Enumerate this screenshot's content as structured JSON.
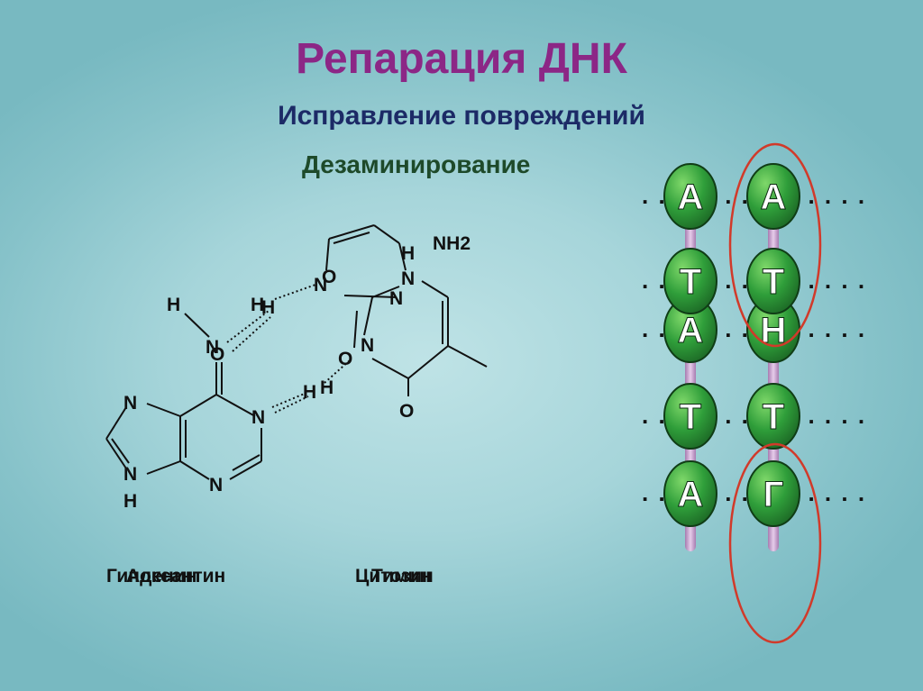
{
  "slide": {
    "title": "Репарация ДНК",
    "subtitle": "Исправление повреждений",
    "subsubtitle": "Дезаминирование"
  },
  "molecule_left": {
    "caption_a": "Гипоксантин",
    "caption_b": "Аденин",
    "atoms": {
      "n_top": "N",
      "o_top": "O",
      "h_left": "H",
      "h_right": "H",
      "n_imid_top": "N",
      "n_ring_right": "N",
      "n_imid_bottom": "N",
      "h_imid": "H",
      "n_ring_bottom": "N",
      "h_bond": "H"
    }
  },
  "molecule_right": {
    "caption_a": "Цитозин",
    "caption_b": "Тимин",
    "atoms": {
      "h_top": "H",
      "nh2": "NH2",
      "n_top_right": "N",
      "o_hidden": "O",
      "n_left": "N",
      "n_mid": "N",
      "n_center": "N",
      "o_left": "O",
      "h_bottom": "H",
      "o_bottom": "O"
    }
  },
  "dna": {
    "left_column": [
      "А",
      "Т",
      "А",
      "Т",
      "А"
    ],
    "right_column": [
      "А",
      "Т",
      "Н",
      "Т",
      "Г"
    ],
    "dots": ". . . . . . ."
  },
  "colors": {
    "title": "#8c2786",
    "subtitle": "#1c2a66",
    "subsubtitle": "#1e4a2a",
    "base_fill": "#2f9e3a",
    "backbone": "#c9a2cf",
    "highlight_circle": "#d13a2a"
  }
}
